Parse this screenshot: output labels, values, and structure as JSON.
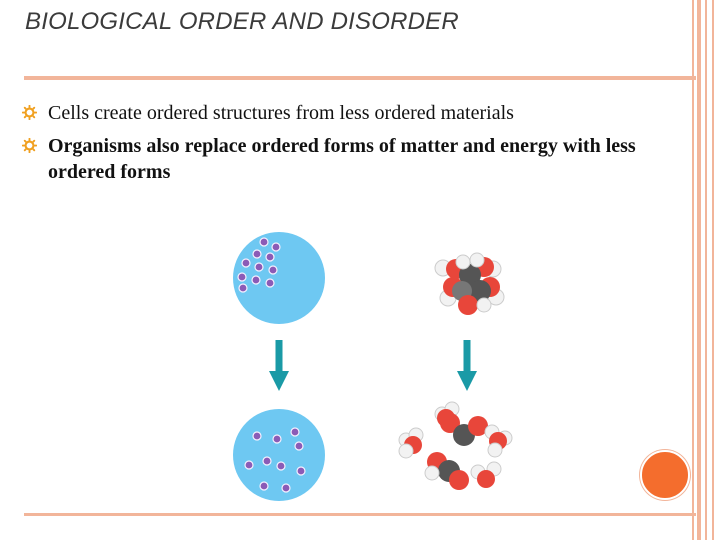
{
  "slide": {
    "title": "BIOLOGICAL ORDER AND DISORDER",
    "bullets": [
      {
        "text": "Cells create ordered structures from less ordered materials",
        "bold": false
      },
      {
        "text": "Organisms also replace ordered forms of matter and energy with less ordered forms",
        "bold": true
      }
    ]
  },
  "colors": {
    "accent": "#f2b59a",
    "bullet_icon": "#f0a020",
    "circle_fill": "#6ec8f2",
    "particle": "#8b5bb6",
    "arrow": "#1a9aa6",
    "oxygen": "#e8463a",
    "carbon": "#555555",
    "hydrogen": "#f2f2f2",
    "corner_circle": "#f46d2d"
  },
  "icons": {
    "bullet": "sun-bullet-icon",
    "arrow": "down-arrow-icon"
  }
}
